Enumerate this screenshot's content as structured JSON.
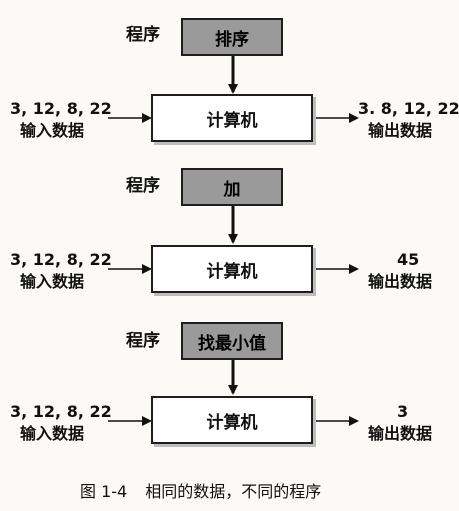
{
  "sections": [
    {
      "program_label": "程序",
      "program": "排序",
      "computer": "计算机",
      "input_values": "3, 12, 8, 22",
      "input_label": "输入数据",
      "output_values": "3. 8, 12, 22",
      "output_label": "输出数据"
    },
    {
      "program_label": "程序",
      "program": "加",
      "computer": "计算机",
      "input_values": "3, 12, 8, 22",
      "input_label": "输入数据",
      "output_values": "45",
      "output_label": "输出数据"
    },
    {
      "program_label": "程序",
      "program": "找最小值",
      "computer": "计算机",
      "input_values": "3, 12, 8, 22",
      "input_label": "输入数据",
      "output_values": "3",
      "output_label": "输出数据"
    }
  ],
  "caption": {
    "number": "图 1-4",
    "text": "相同的数据，不同的程序"
  }
}
